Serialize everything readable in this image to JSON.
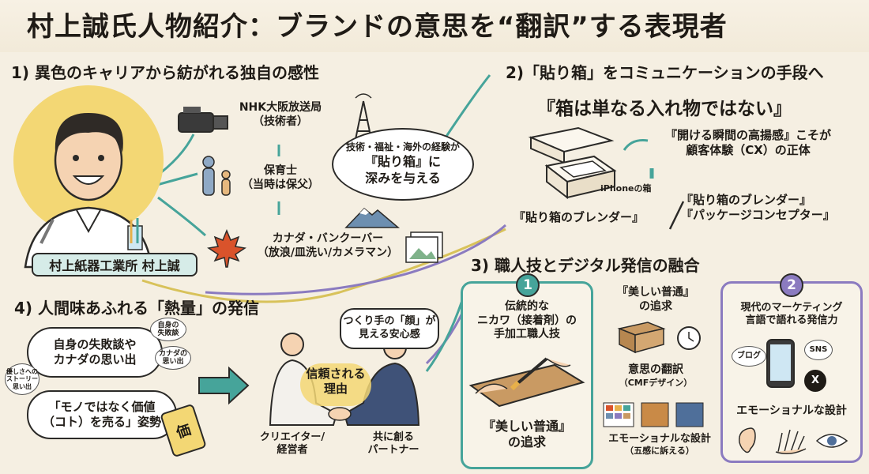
{
  "title": "村上誠氏人物紹介：ブランドの意思を“翻訳”する表現者",
  "section1": {
    "heading": "1) 異色のキャリアから紡がれる独自の感性",
    "career": [
      {
        "line1": "NHK大阪放送局",
        "line2": "（技術者）"
      },
      {
        "line1": "保育士",
        "line2": "（当時は保父）"
      },
      {
        "line1": "カナダ・バンクーバー",
        "line2": "（放浪/皿洗い/カメラマン）"
      }
    ],
    "name_plate": "村上紙器工業所 村上誠",
    "bubble_line1": "技術・福祉・海外の経験が",
    "bubble_line2": "『貼り箱』に",
    "bubble_line3": "深みを与える"
  },
  "section2": {
    "heading": "2)「貼り箱」をコミュニケーションの手段へ",
    "quote": "『箱は単なる入れ物ではない』",
    "cx_line1": "『開ける瞬間の高揚感』こそが",
    "cx_line2": "顧客体験（CX）の正体",
    "iphone_caption": "iPhoneの箱",
    "role_left": "『貼り箱のブレンダー』",
    "role_right1": "『貼り箱のブレンダー』",
    "role_right2": "『パッケージコンセプター』"
  },
  "section3": {
    "heading": "3) 職人技とデジタル発信の融合",
    "left": {
      "number": "1",
      "line1": "伝統的な",
      "line2": "ニカワ（接着剤）の",
      "line3": "手加工職人技",
      "bottom1": "『美しい普通』",
      "bottom2": "の追求"
    },
    "middle": {
      "top1": "『美しい普通』",
      "top2": "の追求",
      "mid1": "意思の翻訳",
      "mid2": "（CMFデザイン）",
      "bottom1": "エモーショナルな設計",
      "bottom2": "（五感に訴える）"
    },
    "right": {
      "number": "2",
      "line1": "現代のマーケティング",
      "line2": "言語で語れる発信力",
      "blog": "ブログ",
      "sns": "SNS",
      "x": "X",
      "bottom": "エモーショナルな設計"
    }
  },
  "section4": {
    "heading": "4) 人間味あふれる「熱量」の発信",
    "bubble1_line1": "自身の失敗談や",
    "bubble1_line2": "カナダの思い出",
    "tag1_line1": "自身の",
    "tag1_line2": "失敗談",
    "tag2_line1": "カナダの",
    "tag2_line2": "思い出",
    "tag3_line1": "優しさへの",
    "tag3_line2": "ストーリー",
    "tag3_line3": "思い出",
    "bubble2_line1": "「モノではなく価値",
    "bubble2_line2": "（コト）を売る」姿勢",
    "price_tag": "価",
    "trust_line1": "信頼される",
    "trust_line2": "理由",
    "face_line1": "つくり手の「顔」が",
    "face_line2": "見える安心感",
    "left_person1": "クリエイター/",
    "left_person2": "経営者",
    "right_person1": "共に創る",
    "right_person2": "パートナー"
  },
  "colors": {
    "teal": "#46a49a",
    "purple": "#8b7bc0",
    "yellow": "#f3d774",
    "maple": "#d9532b",
    "ink": "#2b2a28"
  }
}
